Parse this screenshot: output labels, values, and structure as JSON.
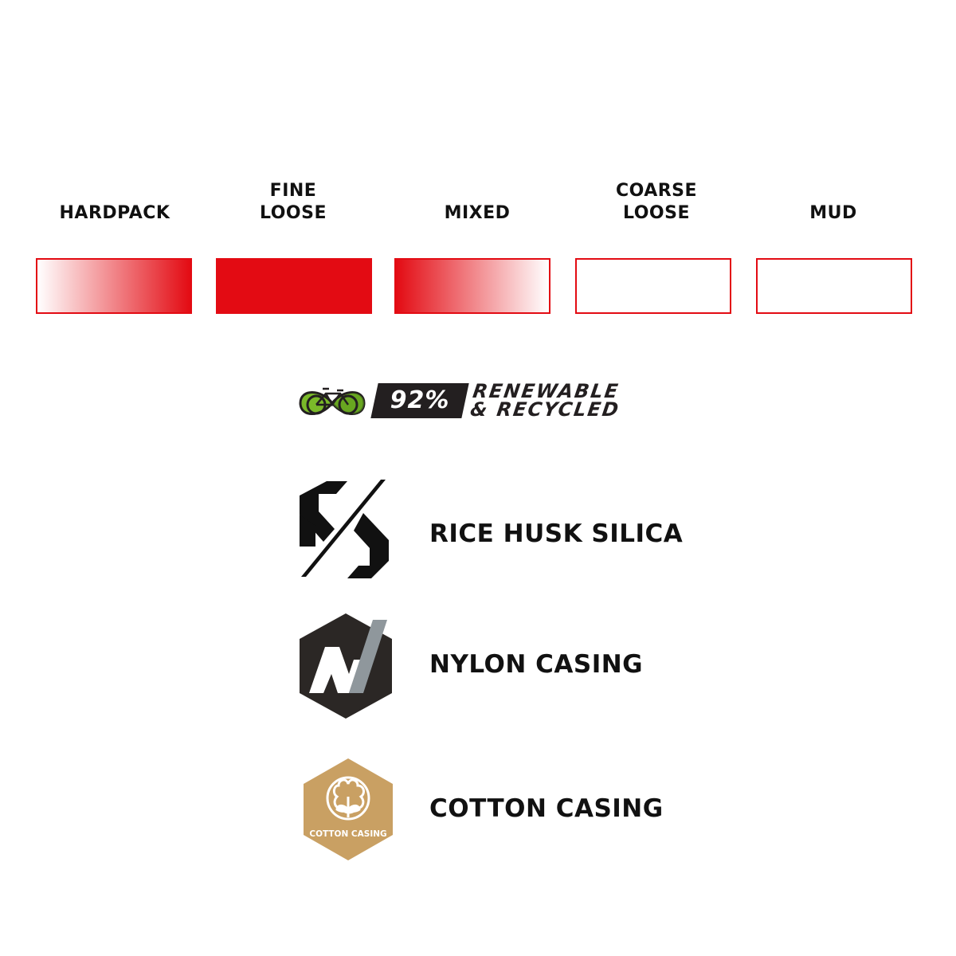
{
  "terrain": {
    "items": [
      {
        "label_lines": [
          "HARDPACK"
        ],
        "fill": "ramp-up"
      },
      {
        "label_lines": [
          "FINE",
          "LOOSE"
        ],
        "fill": "full"
      },
      {
        "label_lines": [
          "MIXED"
        ],
        "fill": "ramp-down"
      },
      {
        "label_lines": [
          "COARSE",
          "LOOSE"
        ],
        "fill": "empty"
      },
      {
        "label_lines": [
          "MUD"
        ],
        "fill": "empty"
      }
    ],
    "accent_color": "#e30b13"
  },
  "eco_badge": {
    "percent": "92%",
    "line1": "RENEWABLE",
    "line2": "& RECYCLED",
    "icon": "bike-recycle-icon",
    "green": "#7ab929",
    "dark": "#231f20"
  },
  "features": [
    {
      "label": "RICE HUSK SILICA",
      "icon": "rice-husk-silica-icon",
      "color": "#111111"
    },
    {
      "label": "NYLON CASING",
      "icon": "nylon-casing-icon",
      "color": "#2b2725"
    },
    {
      "label": "COTTON CASING",
      "icon": "cotton-casing-icon",
      "color": "#c9a063",
      "icon_text": "COTTON CASING"
    }
  ]
}
